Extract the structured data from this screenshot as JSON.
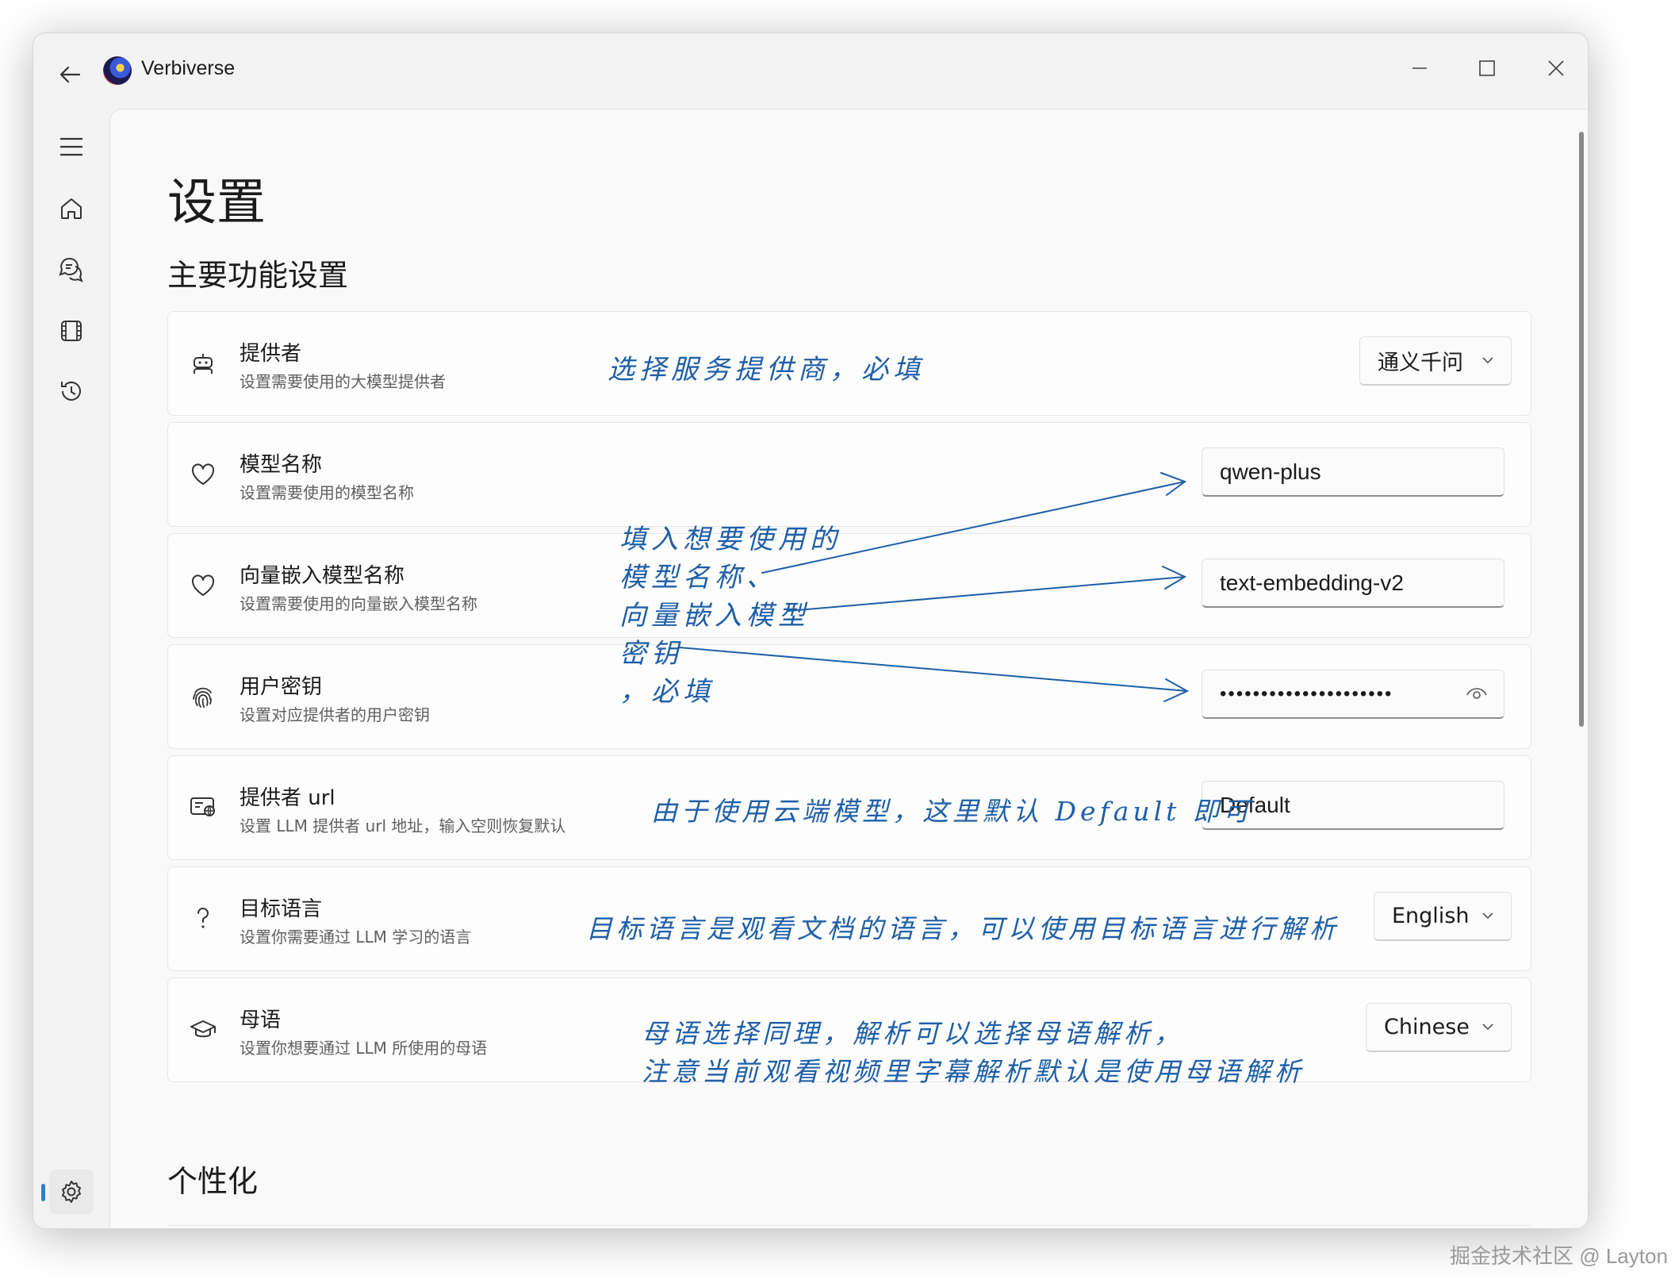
{
  "app": {
    "title": "Verbiverse"
  },
  "page": {
    "title": "设置"
  },
  "sections": {
    "main": "主要功能设置",
    "personalize": "个性化"
  },
  "settings": [
    {
      "title": "提供者",
      "desc": "设置需要使用的大模型提供者",
      "value": "通义千问",
      "icon": "robot-icon"
    },
    {
      "title": "模型名称",
      "desc": "设置需要使用的模型名称",
      "value": "qwen-plus",
      "icon": "heart-icon"
    },
    {
      "title": "向量嵌入模型名称",
      "desc": "设置需要使用的向量嵌入模型名称",
      "value": "text-embedding-v2",
      "icon": "heart-icon"
    },
    {
      "title": "用户密钥",
      "desc": "设置对应提供者的用户密钥",
      "value": "•••••••••••••••••••••",
      "icon": "fingerprint-icon"
    },
    {
      "title": "提供者 url",
      "desc": "设置 LLM 提供者 url 地址，输入空则恢复默认",
      "value": "Default",
      "icon": "url-icon"
    },
    {
      "title": "目标语言",
      "desc": "设置你需要通过 LLM 学习的语言",
      "value": "English",
      "icon": "question-icon"
    },
    {
      "title": "母语",
      "desc": "设置你想要通过 LLM 所使用的母语",
      "value": "Chinese",
      "icon": "mortarboard-icon"
    }
  ],
  "annotations": {
    "provider": "选择服务提供商，必填",
    "model_line1": "填入想要使用的",
    "model_line2": "模型名称、",
    "model_line3": "向量嵌入模型",
    "model_line4": "密钥",
    "model_line5": "，必填",
    "url": "由于使用云端模型，这里默认 Default 即可",
    "target": "目标语言是观看文档的语言，可以使用目标语言进行解析",
    "native_line1": "母语选择同理，解析可以选择母语解析，",
    "native_line2": "注意当前观看视频里字幕解析默认是使用母语解析"
  },
  "watermark": "掘金技术社区 @ Layton",
  "colors": {
    "annotation": "#1e5fa8",
    "accent": "#2f7dd1",
    "background": "#f9f9f9"
  }
}
